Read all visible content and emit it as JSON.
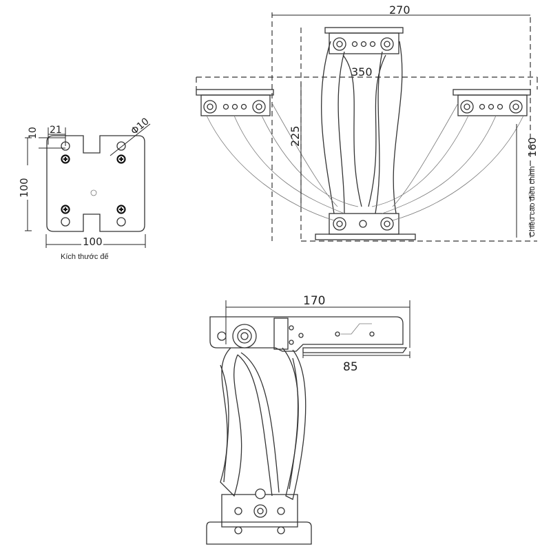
{
  "base_view": {
    "caption": "Kích thước đế",
    "dim_width": "100",
    "dim_height": "100",
    "dim_offset_x": "21",
    "dim_offset_y": "10",
    "dim_hole_dia": "Φ10"
  },
  "front_view": {
    "dim_top": "270",
    "dim_mid": "350",
    "dim_height": "225",
    "adjust_label": "Chiều cao điều chỉnh",
    "adjust_value": "160"
  },
  "side_view": {
    "dim_length": "170",
    "dim_plate": "85"
  }
}
